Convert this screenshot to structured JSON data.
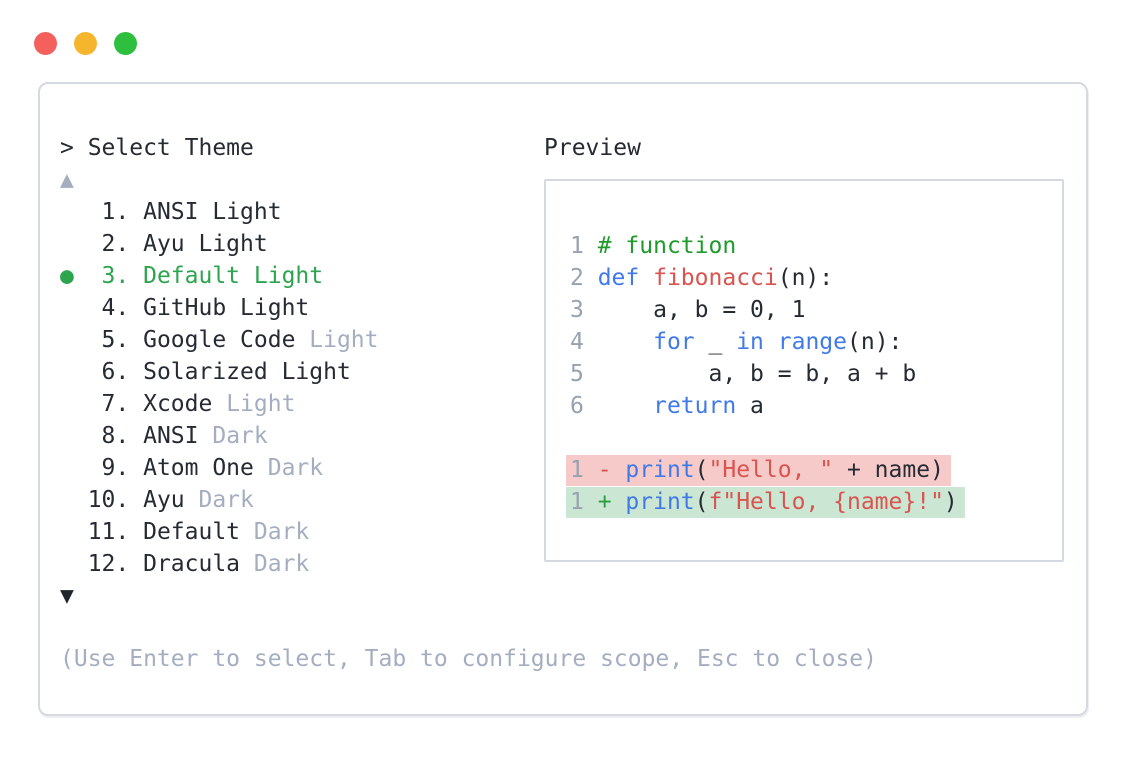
{
  "window": {
    "controls": [
      {
        "name": "close-button",
        "icon": "red-circle-icon",
        "color": "#f4615c"
      },
      {
        "name": "minimize-button",
        "icon": "yellow-circle-icon",
        "color": "#f5b52d"
      },
      {
        "name": "zoom-button",
        "icon": "green-circle-icon",
        "color": "#2ebf3f"
      }
    ]
  },
  "picker": {
    "prompt_line": "> Select Theme",
    "scroll_up_indicator": "▲",
    "scroll_down_indicator": "▼",
    "selected_marker": "●",
    "help_text": "(Use Enter to select, Tab to configure scope, Esc to close)",
    "items": [
      {
        "number": 1,
        "name": "ANSI",
        "variant": "Light",
        "variant_muted": false,
        "selected": false
      },
      {
        "number": 2,
        "name": "Ayu",
        "variant": "Light",
        "variant_muted": false,
        "selected": false
      },
      {
        "number": 3,
        "name": "Default",
        "variant": "Light",
        "variant_muted": false,
        "selected": true
      },
      {
        "number": 4,
        "name": "GitHub",
        "variant": "Light",
        "variant_muted": false,
        "selected": false
      },
      {
        "number": 5,
        "name": "Google Code",
        "variant": "Light",
        "variant_muted": true,
        "selected": false
      },
      {
        "number": 6,
        "name": "Solarized",
        "variant": "Light",
        "variant_muted": false,
        "selected": false
      },
      {
        "number": 7,
        "name": "Xcode",
        "variant": "Light",
        "variant_muted": true,
        "selected": false
      },
      {
        "number": 8,
        "name": "ANSI",
        "variant": "Dark",
        "variant_muted": true,
        "selected": false
      },
      {
        "number": 9,
        "name": "Atom One",
        "variant": "Dark",
        "variant_muted": true,
        "selected": false
      },
      {
        "number": 10,
        "name": "Ayu",
        "variant": "Dark",
        "variant_muted": true,
        "selected": false
      },
      {
        "number": 11,
        "name": "Default",
        "variant": "Dark",
        "variant_muted": true,
        "selected": false
      },
      {
        "number": 12,
        "name": "Dracula",
        "variant": "Dark",
        "variant_muted": true,
        "selected": false
      }
    ]
  },
  "preview": {
    "title": "Preview",
    "code_lines": [
      {
        "number": "1",
        "tokens": [
          [
            "# function",
            "comment"
          ]
        ]
      },
      {
        "number": "2",
        "tokens": [
          [
            "def",
            "keyword"
          ],
          [
            " ",
            "plain"
          ],
          [
            "fibonacci",
            "function"
          ],
          [
            "(n):",
            "plain"
          ]
        ]
      },
      {
        "number": "3",
        "tokens": [
          [
            "    a, b = 0, 1",
            "plain"
          ]
        ]
      },
      {
        "number": "4",
        "tokens": [
          [
            "    ",
            "plain"
          ],
          [
            "for",
            "keyword"
          ],
          [
            " _ ",
            "plain"
          ],
          [
            "in",
            "keyword"
          ],
          [
            " ",
            "plain"
          ],
          [
            "range",
            "keyword"
          ],
          [
            "(n):",
            "plain"
          ]
        ]
      },
      {
        "number": "5",
        "tokens": [
          [
            "        a, b = b, a + b",
            "plain"
          ]
        ]
      },
      {
        "number": "6",
        "tokens": [
          [
            "    ",
            "plain"
          ],
          [
            "return",
            "keyword"
          ],
          [
            " a",
            "plain"
          ]
        ]
      }
    ],
    "diff_lines": [
      {
        "number": "1",
        "type": "removed",
        "tokens": [
          [
            "- ",
            "minus"
          ],
          [
            "print",
            "keyword"
          ],
          [
            "(",
            "plain"
          ],
          [
            "\"Hello, \"",
            "string"
          ],
          [
            " + name)",
            "plain"
          ]
        ]
      },
      {
        "number": "1",
        "type": "added",
        "tokens": [
          [
            "+ ",
            "plus"
          ],
          [
            "print",
            "keyword"
          ],
          [
            "(",
            "plain"
          ],
          [
            "f\"Hello, {name}!\"",
            "string"
          ],
          [
            ")",
            "plain"
          ]
        ]
      }
    ]
  },
  "colors": {
    "text_dark": "#262b33",
    "muted_gray": "#a4aec0",
    "line_number_gray": "#97a1b0",
    "accent_green": "#2da44e",
    "keyword_blue": "#4079e8",
    "string_red": "#d9534f",
    "comment_green": "#1f9b2c",
    "plus_green": "#2a9d3f",
    "diff_removed_bg": "#f7caca",
    "diff_added_bg": "#cbe7d4",
    "panel_border": "#d5d9e1",
    "traffic_red": "#f4615c",
    "traffic_yellow": "#f5b52d",
    "traffic_green": "#2ebf3f"
  }
}
